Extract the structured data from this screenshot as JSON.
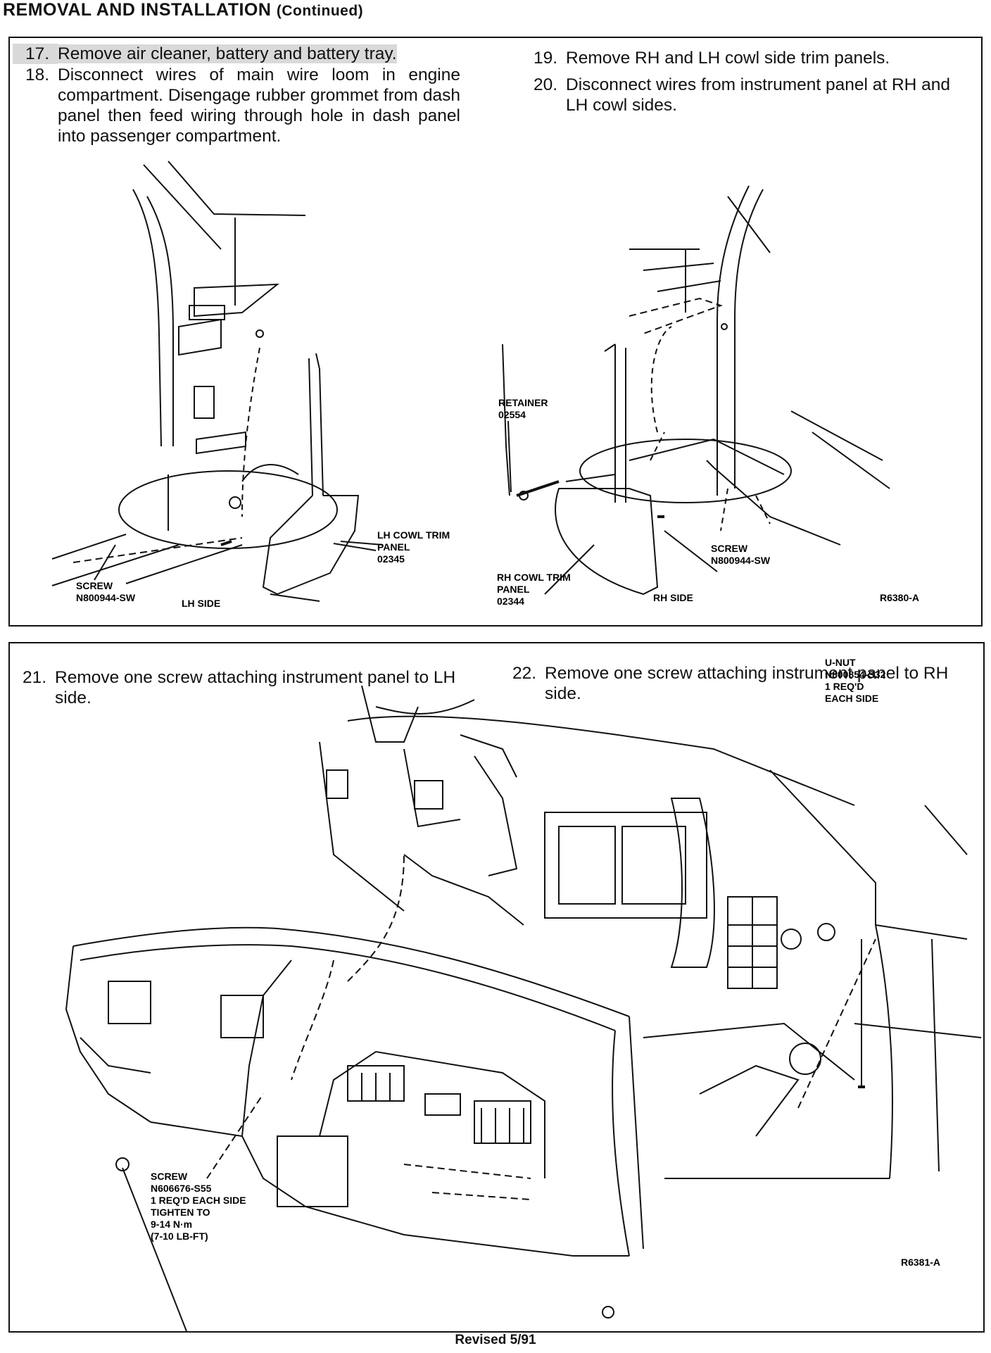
{
  "header": {
    "title": "REMOVAL AND INSTALLATION",
    "continued": "(Continued)"
  },
  "panel1": {
    "steps": [
      {
        "num": "17.",
        "text": "Remove air cleaner, battery and battery tray."
      },
      {
        "num": "18.",
        "text": "Disconnect wires of main wire loom in engine compartment. Disengage rubber grommet from dash panel then feed wiring through hole in dash panel into passenger compartment."
      },
      {
        "num": "19.",
        "text": "Remove RH and LH cowl side trim panels."
      },
      {
        "num": "20.",
        "text": "Disconnect wires from instrument panel at RH and LH cowl sides."
      }
    ],
    "labels": {
      "lh_trim_1": "LH COWL TRIM",
      "lh_trim_2": "PANEL",
      "lh_trim_3": "02345",
      "screw_lh_1": "SCREW",
      "screw_lh_2": "N800944-SW",
      "lh_side": "LH SIDE",
      "retainer_1": "RETAINER",
      "retainer_2": "02554",
      "rh_trim_1": "RH COWL TRIM",
      "rh_trim_2": "PANEL",
      "rh_trim_3": "02344",
      "rh_side": "RH SIDE",
      "screw_rh_1": "SCREW",
      "screw_rh_2": "N800944-SW",
      "ref": "R6380-A"
    }
  },
  "panel2": {
    "steps": [
      {
        "num": "21.",
        "text": "Remove one screw attaching instrument panel to LH side."
      },
      {
        "num": "22.",
        "text": "Remove one screw attaching instrument panel to RH side."
      }
    ],
    "labels": {
      "unut_1": "U-NUT",
      "unut_2": "N800854-S32",
      "unut_3": "1 REQ'D",
      "unut_4": "EACH SIDE",
      "screw_1": "SCREW",
      "screw_2": "N606676-S55",
      "screw_3": "1 REQ'D EACH SIDE",
      "screw_4": "TIGHTEN TO",
      "screw_5": "9-14 N·m",
      "screw_6": "(7-10 LB-FT)",
      "ref": "R6381-A"
    }
  },
  "footer": {
    "revised": "Revised 5/91"
  }
}
